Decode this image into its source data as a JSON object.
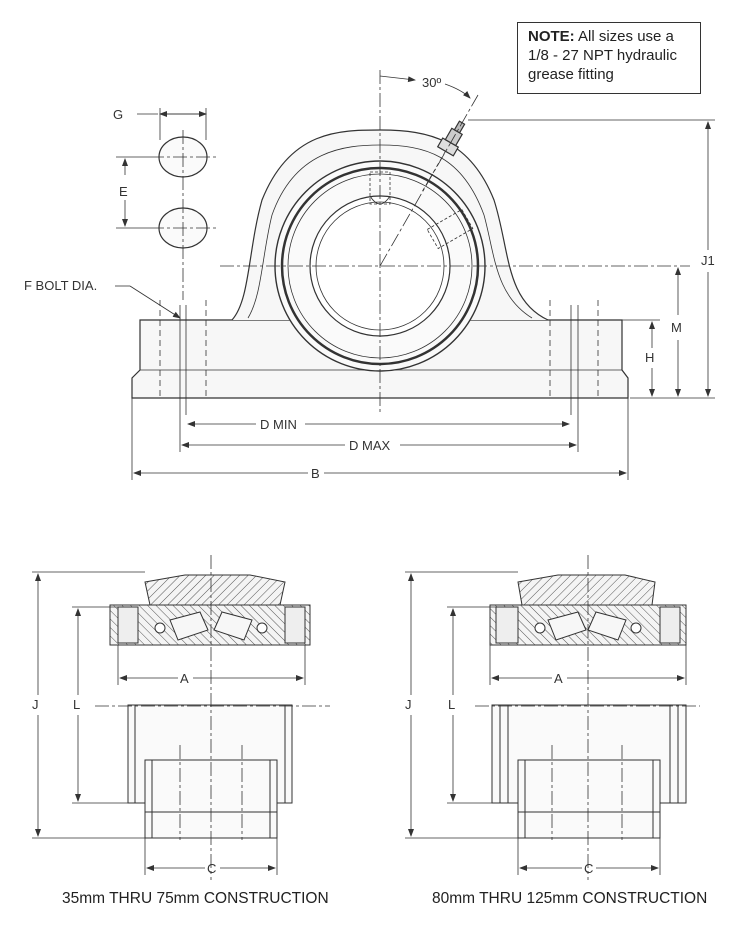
{
  "note": {
    "title": "NOTE:",
    "lines": [
      "All sizes use a",
      "1/8 - 27 NPT hydraulic",
      "grease fitting"
    ]
  },
  "top_view": {
    "angle_label": "30º",
    "dims": {
      "G": "G",
      "E": "E",
      "F": "F BOLT DIA.",
      "J1": "J1",
      "M": "M",
      "H": "H",
      "D_MIN": "D MIN",
      "D_MAX": "D MAX",
      "B": "B"
    }
  },
  "left_section": {
    "dims": {
      "A": "A",
      "J": "J",
      "L": "L",
      "C": "C"
    },
    "caption": "35mm THRU 75mm CONSTRUCTION"
  },
  "right_section": {
    "dims": {
      "A": "A",
      "J": "J",
      "L": "L",
      "C": "C"
    },
    "caption": "80mm THRU 125mm CONSTRUCTION"
  },
  "colors": {
    "line": "#333333",
    "hatch": "#555555",
    "fill": "#f2f2f2"
  }
}
